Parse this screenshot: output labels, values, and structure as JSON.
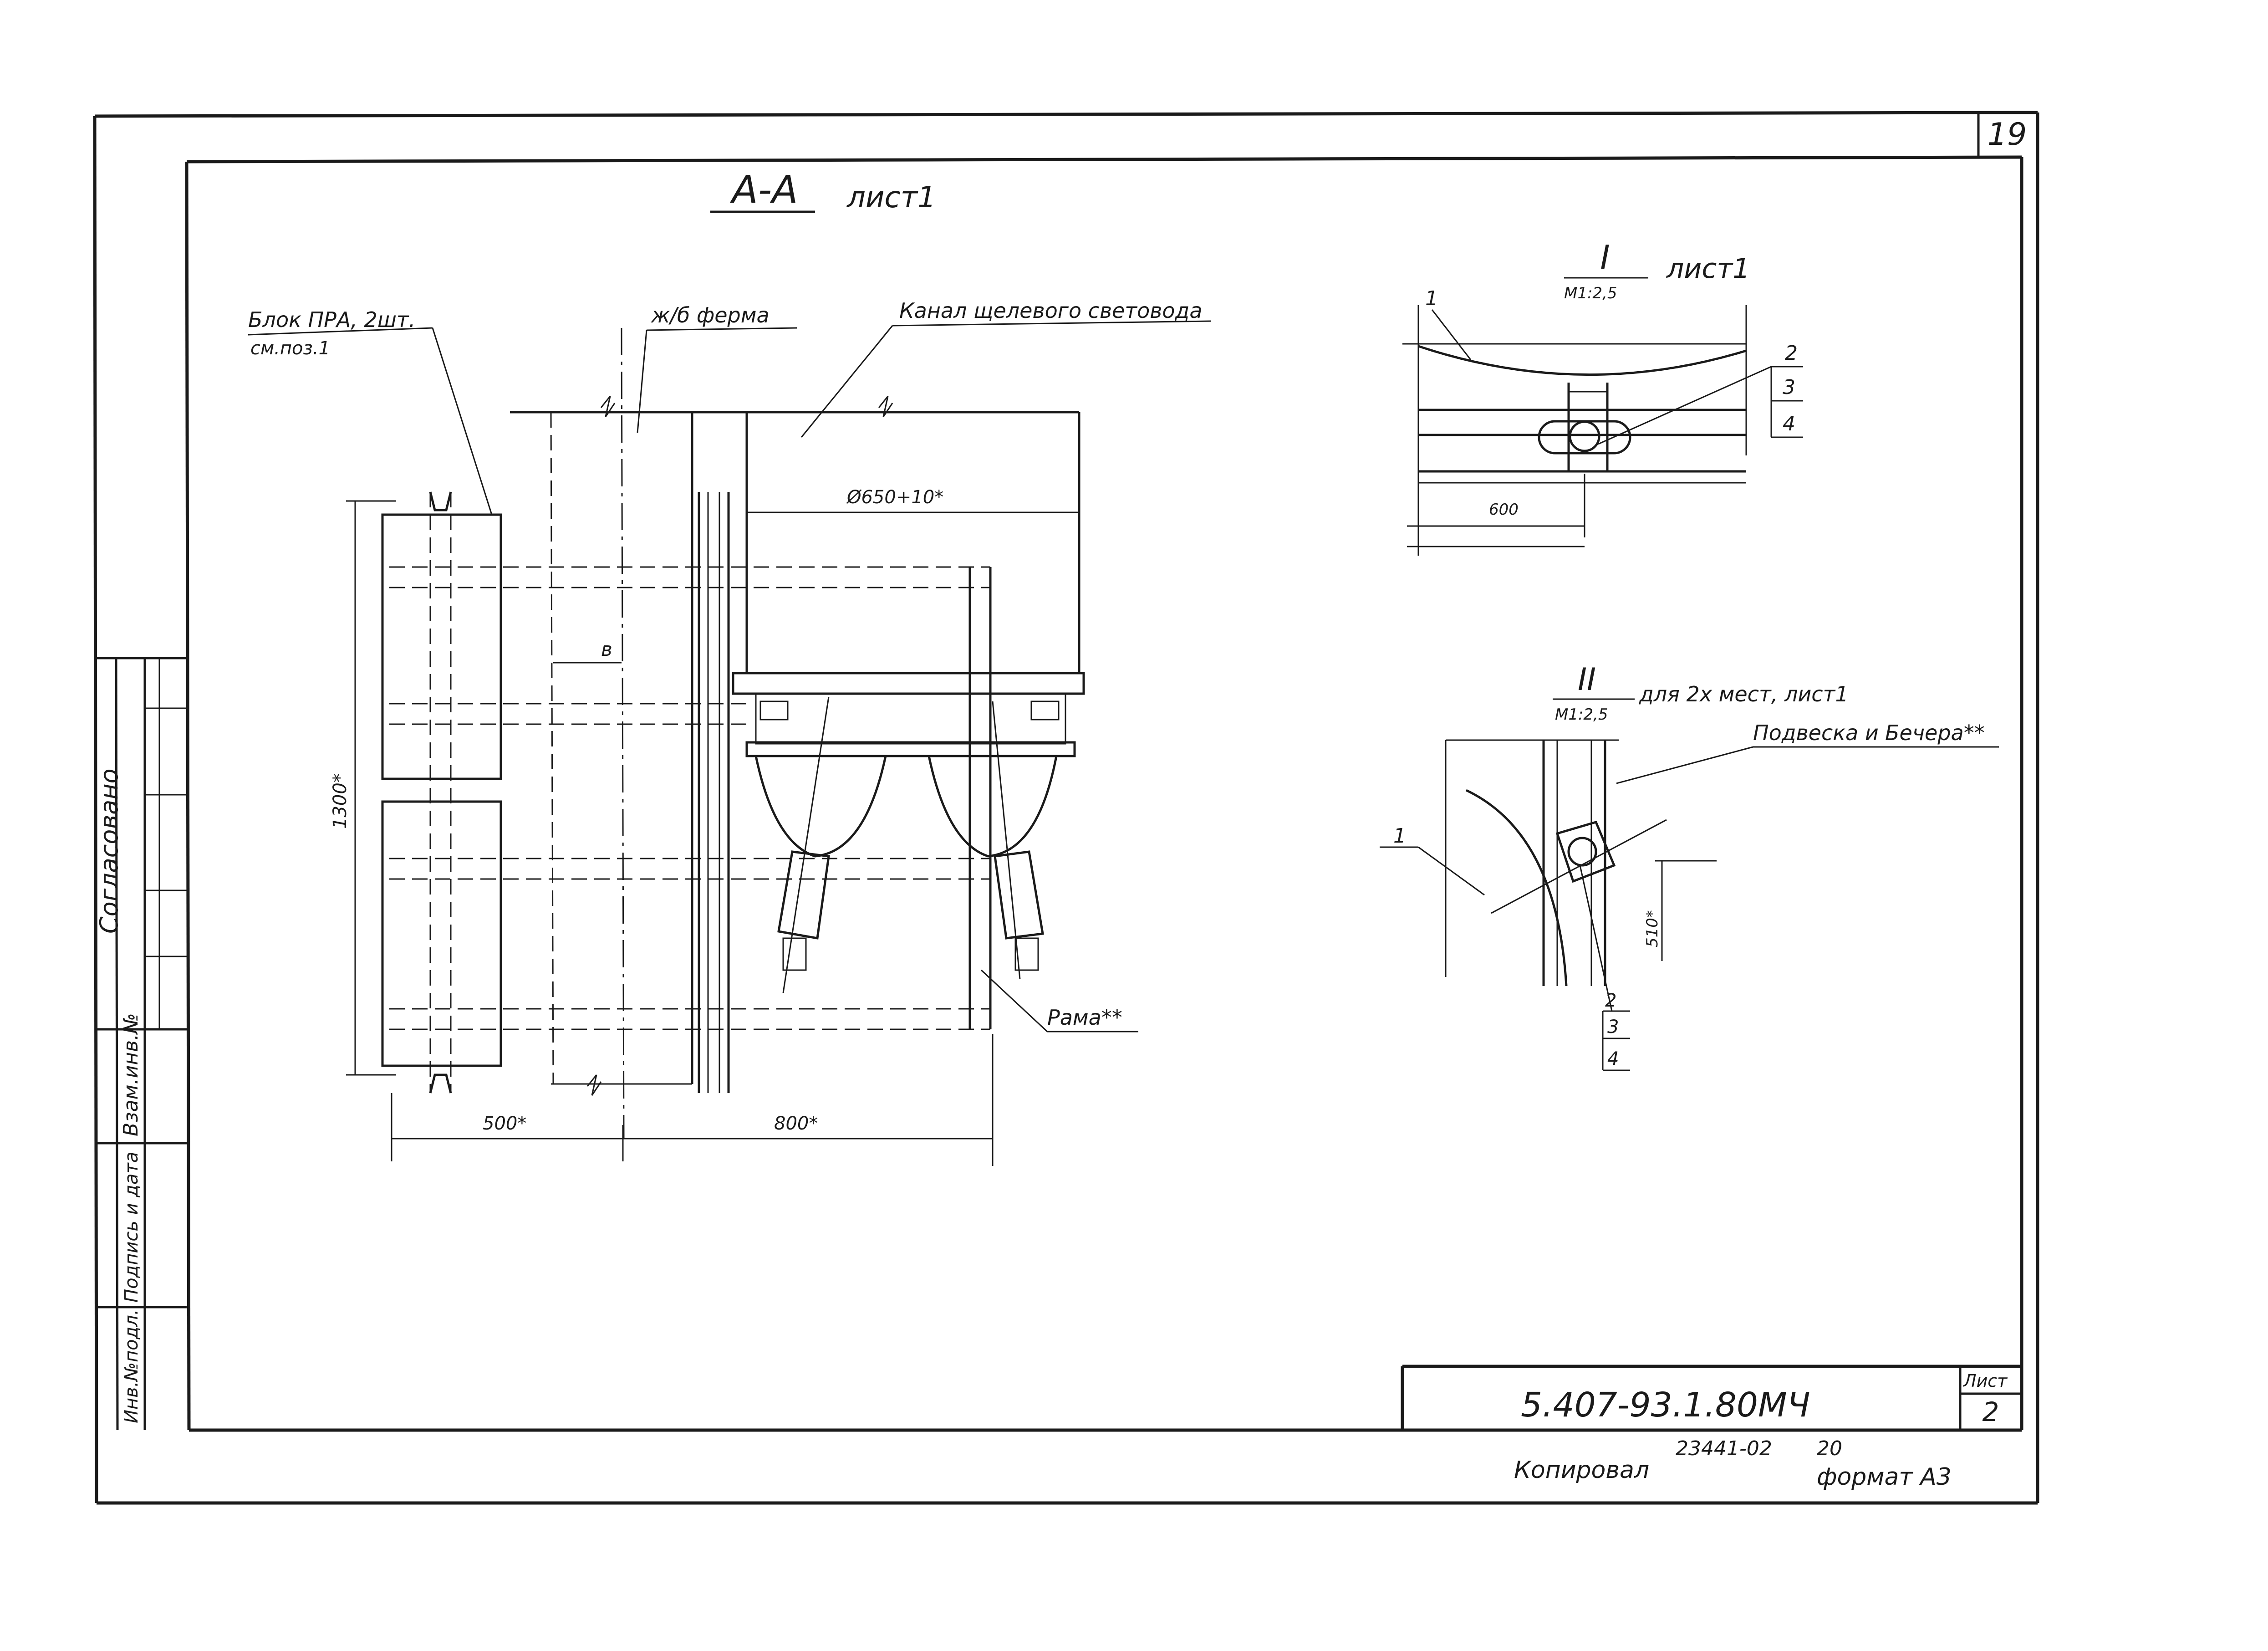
{
  "sheet_top_number": "19",
  "main_section": {
    "title": "А-А",
    "sheet_ref": "лист1",
    "callouts": {
      "block": "Блок ПРА, 2шт.",
      "block_ref": "см.поз.1",
      "truss": "ж/б ферма",
      "channel": "Канал щелевого световода",
      "frame": "Рама**"
    },
    "dimensions": {
      "diameter": "Ø650+10*",
      "height": "1300*",
      "b": "в",
      "left_width": "500*",
      "right_width": "800*"
    }
  },
  "detail_1": {
    "title": "I",
    "scale": "М1:2,5",
    "sheet_ref": "лист1",
    "dimension": "600",
    "items": [
      "1",
      "2",
      "3",
      "4"
    ]
  },
  "detail_2": {
    "title": "II",
    "scale": "М1:2,5",
    "sheet_ref": "для 2х мест, лист1",
    "callout": "Подвеска и",
    "callout_2": "Бечера**",
    "dimension": "510*",
    "items": [
      "1",
      "2",
      "3",
      "4"
    ]
  },
  "left_strip": {
    "approved": "Согласовано",
    "inv_replace": "Взам.инв.№",
    "sign_date": "Подпись и дата",
    "inv_orig": "Инв.№подл."
  },
  "title_block": {
    "code": "5.407-93.1.80МЧ",
    "sheet_label": "Лист",
    "sheet_number": "2"
  },
  "footer": {
    "copied": "Копировал",
    "order": "23441-02",
    "page": "20",
    "format": "формат А3"
  }
}
